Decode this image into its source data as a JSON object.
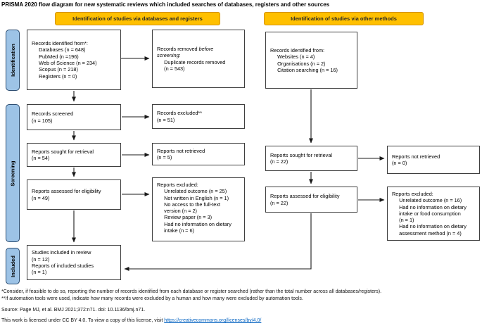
{
  "title": "PRISMA 2020 flow diagram for new systematic reviews which included searches of databases, registers and other sources",
  "column_headers": {
    "databases": "Identification of studies via databases and registers",
    "other": "Identification of studies via other methods"
  },
  "stage_labels": {
    "identification": "Identification",
    "screening": "Screening",
    "included": "Included"
  },
  "boxes": {
    "db_identified": {
      "lines": [
        "Records identified from*:",
        "     Databases (n = 648)",
        "     PubMed (n =196)",
        "     Web of Science (n = 234)",
        "     Scopus (n = 218)",
        "     Registers (n = 0)"
      ]
    },
    "db_removed": {
      "l1_normal": "Records removed ",
      "l1_italic": "before",
      "l2_italic": "screening",
      "l2_normal": ":",
      "lines": [
        "     Duplicate records removed",
        "     (n = 543)"
      ]
    },
    "other_identified": {
      "lines": [
        "Records identified from:",
        "     Websites (n = 4)",
        "     Organisations (n = 2)",
        "     Citation searching (n = 16)"
      ]
    },
    "screened": {
      "lines": [
        "Records screened",
        "(n = 105)"
      ]
    },
    "screen_excluded": {
      "lines": [
        "Records excluded**",
        "(n = 51)"
      ]
    },
    "db_sought": {
      "lines": [
        "Reports sought for retrieval",
        "(n = 54)"
      ]
    },
    "db_not_retrieved": {
      "lines": [
        "Reports not retrieved",
        "(n = 5)"
      ]
    },
    "db_assessed": {
      "lines": [
        "Reports assessed for eligibility",
        "(n = 49)"
      ]
    },
    "db_excluded": {
      "lines": [
        "Reports excluded:",
        "     Unrelated outcome (n = 25)",
        "     Not written in English (n = 1)",
        "     No access to the full-text",
        "     version (n = 2)",
        "     Review paper (n = 3)",
        "     Had no information on dietary",
        "     intake (n = 6)"
      ]
    },
    "included": {
      "lines": [
        "Studies included in review",
        "(n = 12)",
        "Reports of included studies",
        "(n = 1)"
      ]
    },
    "other_sought": {
      "lines": [
        "Reports sought for retrieval",
        "(n = 22)"
      ]
    },
    "other_not_retrieved": {
      "lines": [
        "Reports not retrieved",
        "(n = 0)"
      ]
    },
    "other_assessed": {
      "lines": [
        "Reports assessed for eligibility",
        "(n = 22)"
      ]
    },
    "other_excluded": {
      "lines": [
        "Reports excluded:",
        "     Unrelated outcome (n = 16)",
        "     Had no information on dietary",
        "     intake or food consumption",
        "     (n = 1)",
        "     Had no information on dietary",
        "     assessment method (n = 4)"
      ]
    }
  },
  "footnotes": {
    "fn1": "*Consider, if feasible to do so, reporting the number of records identified from each database or register searched (rather than the total number across all databases/registers).",
    "fn2": "**If automation tools were used, indicate how many records were excluded by a human and how many were excluded by automation tools.",
    "source": "Source: Page MJ, et al. BMJ 2021;372:n71. doi: 10.1136/bmj.n71.",
    "license_prefix": "This work is licensed under CC BY 4.0. To view a copy of this license, visit ",
    "license_link": "https://creativecommons.org/licenses/by/4.0/"
  },
  "colors": {
    "header_fill": "#FFC000",
    "header_border": "#D49200",
    "stage_fill": "#9DC3E6",
    "stage_border": "#2B4C70",
    "box_border": "#3F3F3F",
    "link": "#0563C1"
  }
}
